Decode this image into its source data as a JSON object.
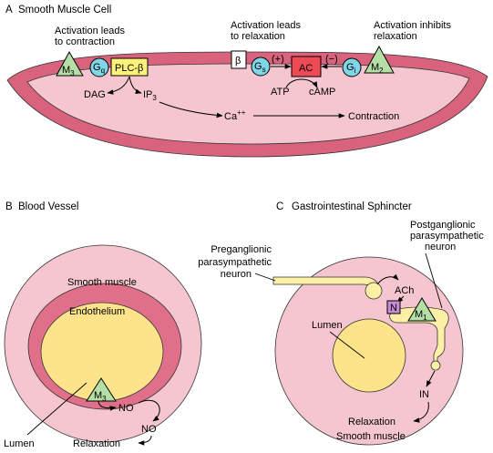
{
  "panel_a": {
    "letter": "A",
    "title": "Smooth Muscle Cell",
    "note_contraction": [
      "Activation leads",
      "to contraction"
    ],
    "note_relaxation": [
      "Activation leads",
      "to relaxation"
    ],
    "note_inhibits": [
      "Activation inhibits",
      "relaxation"
    ],
    "m3": "M",
    "m3_sub": "3",
    "gq": "G",
    "gq_sub": "q",
    "plc": "PLC-β",
    "beta": "β",
    "gs": "G",
    "gs_sub": "s",
    "plus": "(+)",
    "ac": "AC",
    "minus": "(−)",
    "gi": "G",
    "gi_sub": "i",
    "m2": "M",
    "m2_sub": "2",
    "dag": "DAG",
    "ip3": "IP",
    "ip3_sub": "3",
    "atp": "ATP",
    "camp": "cAMP",
    "ca": "Ca",
    "ca_sup": "++",
    "contraction": "Contraction"
  },
  "panel_b": {
    "letter": "B",
    "title": "Blood Vessel",
    "smooth_muscle": "Smooth muscle",
    "endothelium": "Endothelium",
    "m3": "M",
    "m3_sub": "3",
    "no1": "NO",
    "no2": "NO",
    "lumen": "Lumen",
    "relaxation": "Relaxation"
  },
  "panel_c": {
    "letter": "C",
    "title": "Gastrointestinal Sphincter",
    "postganglionic": [
      "Postganglionic",
      "parasympathetic",
      "neuron"
    ],
    "preganglionic": [
      "Preganglionic",
      "parasympathetic",
      "neuron"
    ],
    "ach": "ACh",
    "n": "N",
    "m1": "M",
    "m1_sub": "1",
    "lumen": "Lumen",
    "in": "IN",
    "relaxation": "Relaxation",
    "smooth_muscle": "Smooth muscle"
  },
  "colors": {
    "outer_wall": "#d9627c",
    "cell_fill": "#f5c6cf",
    "endothelium": "#e0708a",
    "lumen": "#fde48a",
    "neuron": "#fbf0a6",
    "receptor_green": "#b5dfa6",
    "g_protein_cyan": "#7fd6e6",
    "plc_yellow": "#fff27a",
    "ac_red": "#ee4a55",
    "n_purple": "#c88ad4"
  }
}
